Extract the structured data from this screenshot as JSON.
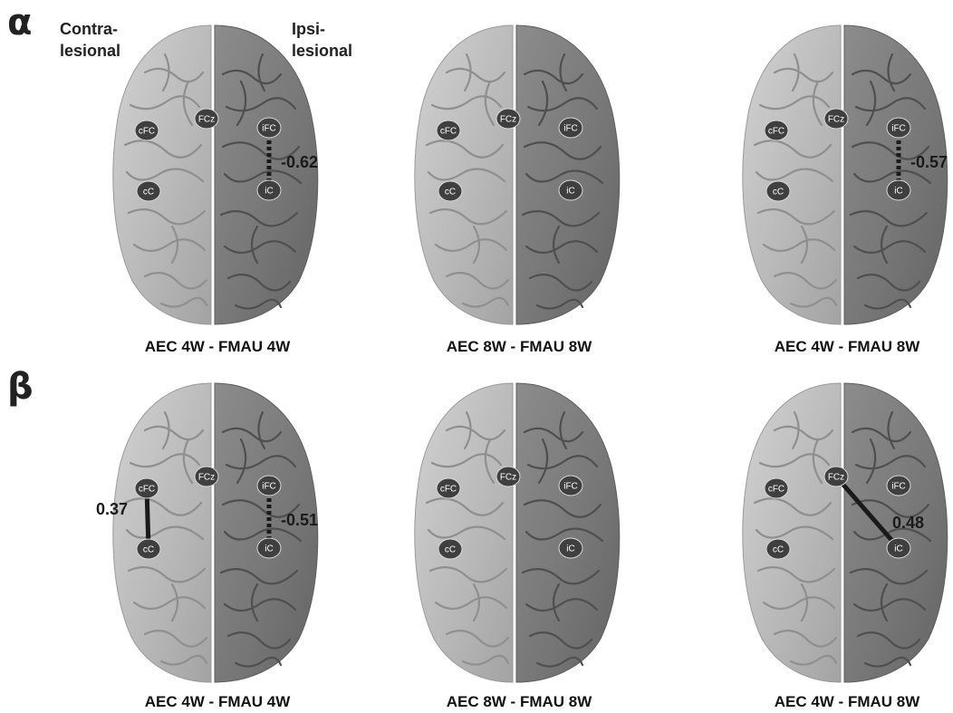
{
  "rows": [
    {
      "band": "α",
      "panels": [
        {
          "caption": "AEC 4W - FMAU 4W",
          "edges": [
            {
              "from": "iFC",
              "to": "iC",
              "weight": -0.62,
              "label": "-0.62",
              "style": "dashed"
            }
          ]
        },
        {
          "caption": "AEC 8W - FMAU 8W",
          "edges": []
        },
        {
          "caption": "AEC 4W - FMAU 8W",
          "edges": [
            {
              "from": "iFC",
              "to": "iC",
              "weight": -0.57,
              "label": "-0.57",
              "style": "dashed"
            }
          ]
        }
      ]
    },
    {
      "band": "β",
      "panels": [
        {
          "caption": "AEC 4W - FMAU 4W",
          "edges": [
            {
              "from": "cFC",
              "to": "cC",
              "weight": 0.37,
              "label": "0.37",
              "style": "solid"
            },
            {
              "from": "iFC",
              "to": "iC",
              "weight": -0.51,
              "label": "-0.51",
              "style": "dashed"
            }
          ]
        },
        {
          "caption": "AEC 8W - FMAU 8W",
          "edges": []
        },
        {
          "caption": "AEC 4W - FMAU 8W",
          "edges": [
            {
              "from": "FCz",
              "to": "iC",
              "weight": 0.48,
              "label": "0.48",
              "style": "solid"
            }
          ]
        }
      ]
    }
  ],
  "hemisphere_labels": {
    "left_line1": "Contra-",
    "left_line2": "lesional",
    "right_line1": "Ipsi-",
    "right_line2": "lesional"
  },
  "node_labels": [
    "cFC",
    "FCz",
    "iFC",
    "cC",
    "iC"
  ],
  "colors": {
    "left_hemisphere": "#b9b9b9",
    "right_hemisphere": "#7a7a7a",
    "node_fill": "#3f3f3f",
    "edge": "#1a1a1a"
  }
}
